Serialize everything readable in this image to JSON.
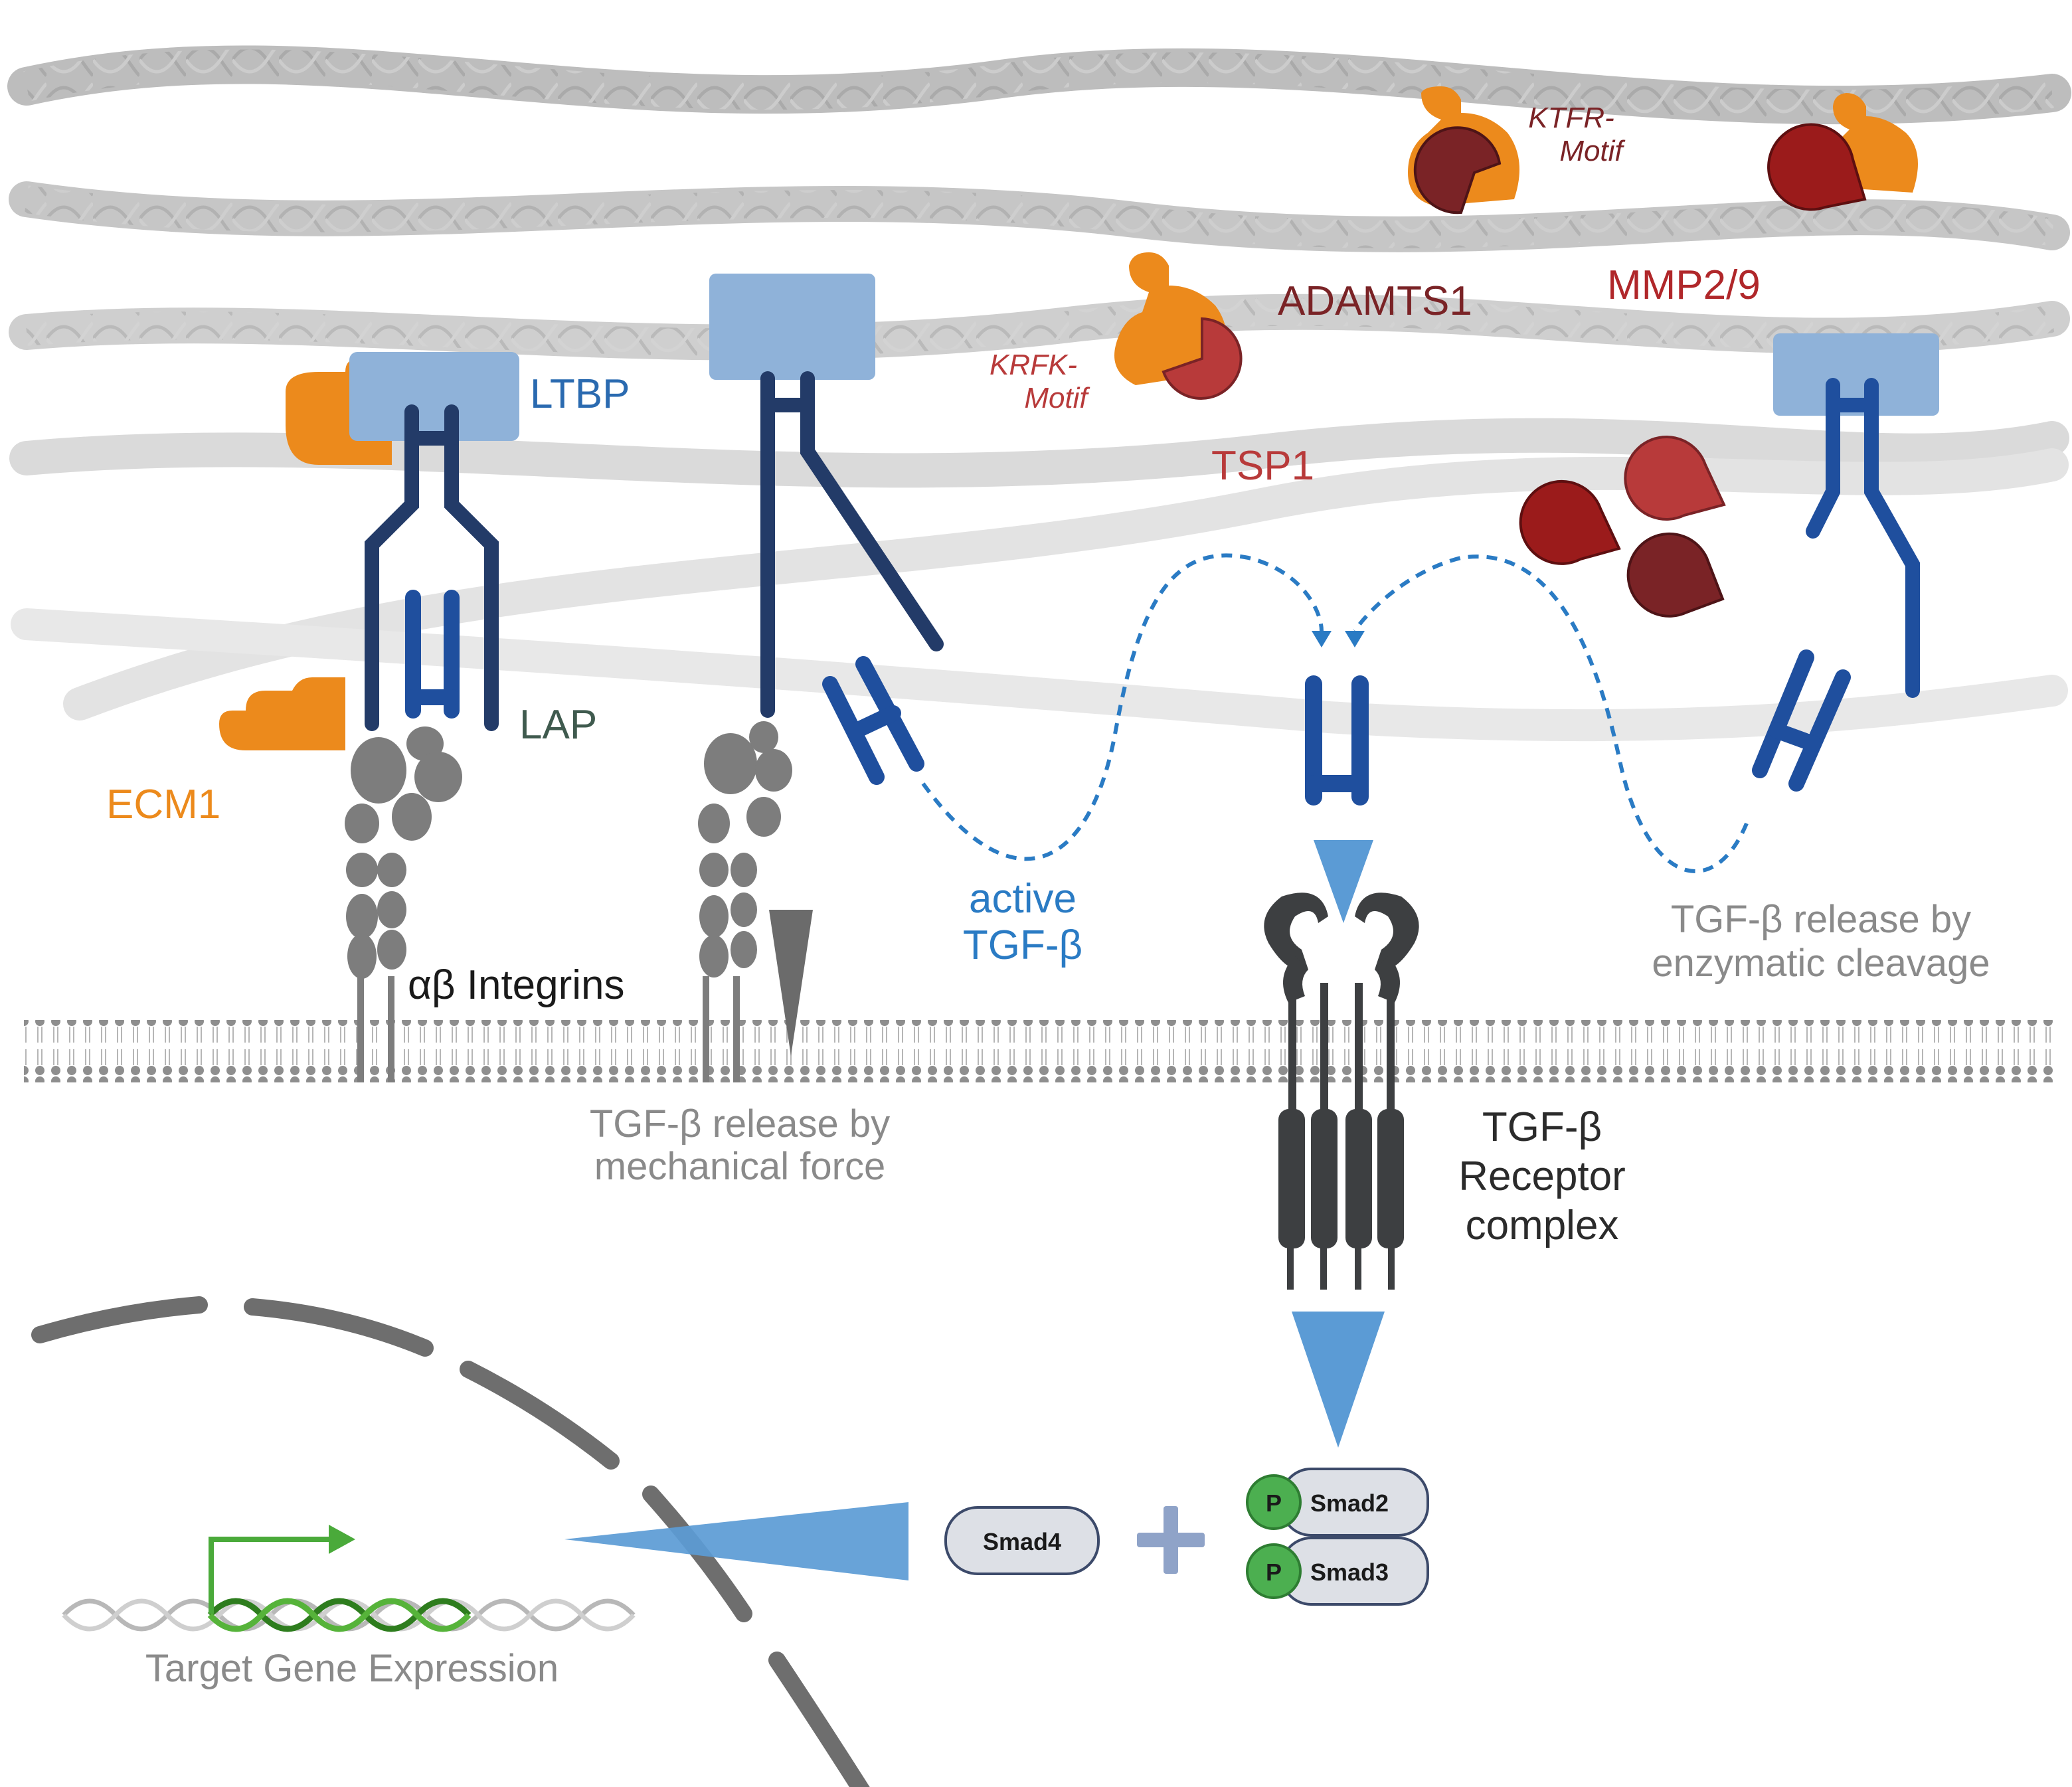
{
  "colors": {
    "fiber": "#c8c8c8",
    "fiber_dark": "#a8a8a8",
    "ltbp": "#8fb2d9",
    "lap_dark": "#233b68",
    "tgf_blue": "#1f4f9e",
    "ecm1_orange": "#ec8a1c",
    "adamts_dark_red": "#7a2326",
    "mmp_red": "#9b1b1b",
    "tsp_red": "#b83a3a",
    "integrin_gray": "#7d7d7d",
    "receptor_gray": "#3d3f41",
    "arrow_blue": "#5b9bd5",
    "label_gray": "#8a8a8a",
    "label_black": "#1a1a1a",
    "label_green_gray": "#3f5a4e",
    "phospho_green": "#4caf50",
    "promoter_green": "#4aaa3a",
    "dna_green": "#2e7d1e"
  },
  "labels": {
    "ltbp": "LTBP",
    "lap": "LAP",
    "ecm1": "ECM1",
    "integrins": "αβ Integrins",
    "adamts1": "ADAMTS1",
    "ktfr_motif_line1": "KTFR-",
    "ktfr_motif_line2": "Motif",
    "mmp": "MMP2/9",
    "krfk_motif_line1": "KRFK-",
    "krfk_motif_line2": "Motif",
    "tsp1": "TSP1",
    "active_line1": "active",
    "active_line2": "TGF-β",
    "enzymatic_line1": "TGF-β release by",
    "enzymatic_line2": "enzymatic cleavage",
    "mechanical_line1": "TGF-β release by",
    "mechanical_line2": "mechanical force",
    "receptor_line1": "TGF-β",
    "receptor_line2": "Receptor",
    "receptor_line3": "complex",
    "smad4": "Smad4",
    "smad2": "Smad2",
    "smad3": "Smad3",
    "phospho": "P",
    "target_gene": "Target Gene Expression"
  }
}
